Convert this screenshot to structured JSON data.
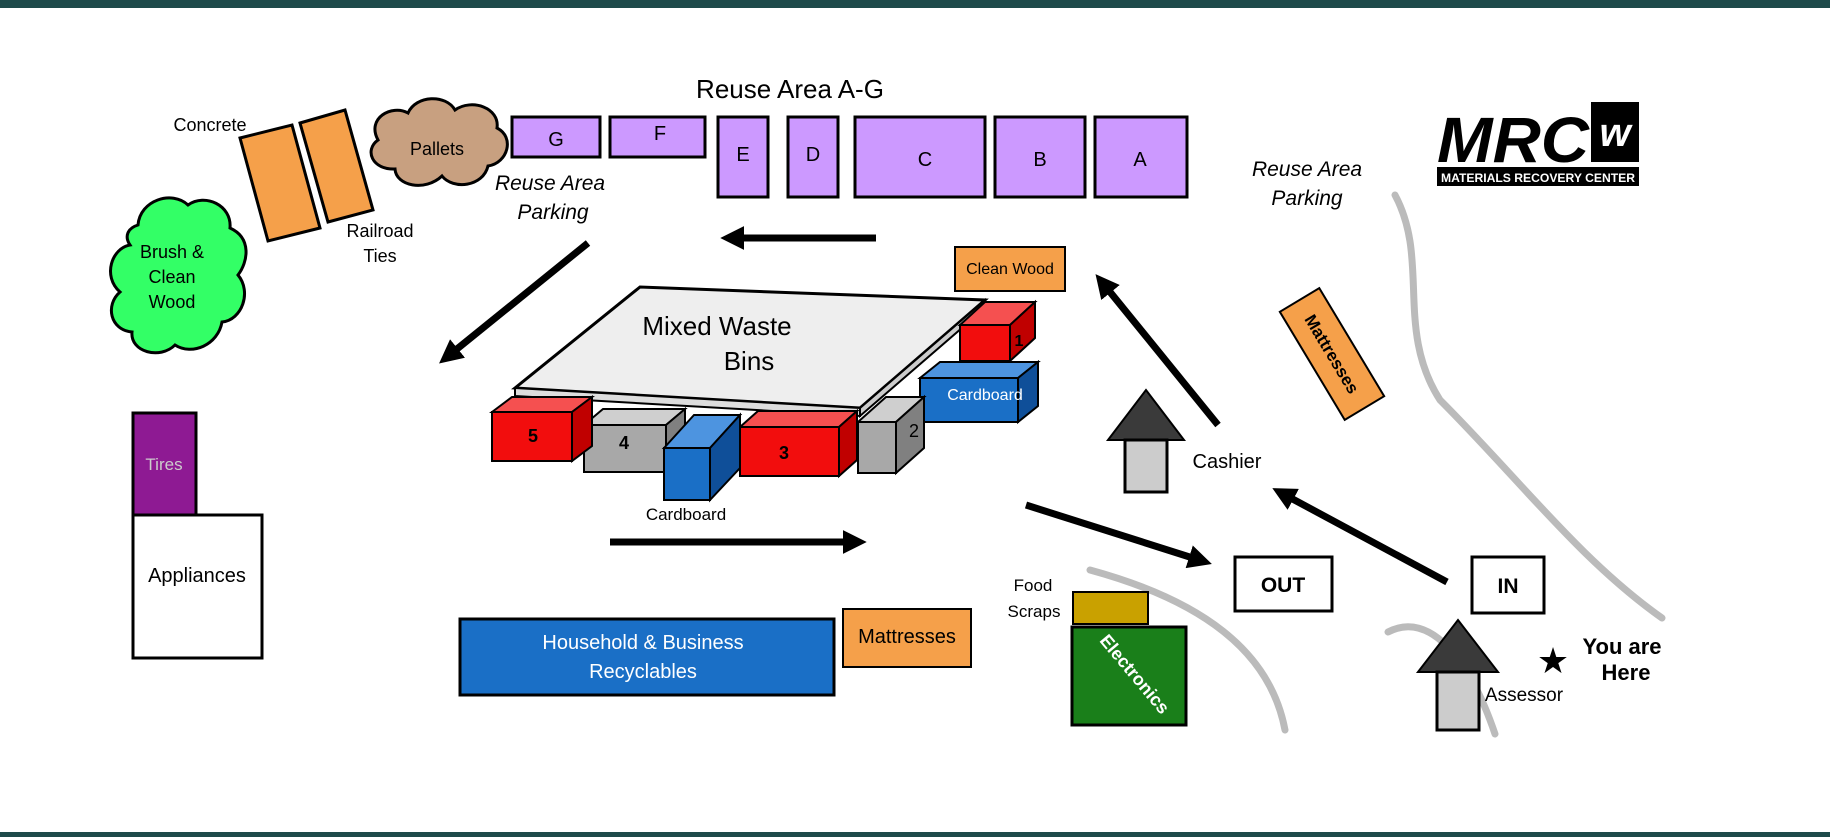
{
  "colors": {
    "frame": "#1e4a4a",
    "reuse": "#cc99ff",
    "orange": "#f5a04a",
    "pallets": "#c8a080",
    "brush": "#33ff66",
    "tires": "#8e1a93",
    "red": "#f20d0d",
    "gray": "#a8a8a8",
    "blue": "#1a6fc6",
    "mustard": "#c9a100",
    "electronics": "#1a7f1a",
    "road": "#bbbbbb"
  },
  "reuse_area": {
    "title": "Reuse Area A-G",
    "bays": [
      "G",
      "F",
      "E",
      "D",
      "C",
      "B",
      "A"
    ],
    "parking_left": [
      "Reuse Area",
      "Parking"
    ],
    "parking_right": [
      "Reuse Area",
      "Parking"
    ]
  },
  "concrete": "Concrete",
  "railroad_ties": [
    "Railroad",
    "Ties"
  ],
  "pallets": "Pallets",
  "brush": [
    "Brush &",
    "Clean",
    "Wood"
  ],
  "tires": "Tires",
  "appliances": "Appliances",
  "mixed_waste": [
    "Mixed Waste",
    "Bins"
  ],
  "bins": {
    "b1": "1",
    "b2": "2",
    "b3": "3",
    "b4": "4",
    "b5": "5"
  },
  "cardboard_right": "Cardboard",
  "cardboard_left": "Cardboard",
  "clean_wood": "Clean Wood",
  "mattresses_diag": "Mattresses",
  "mattresses": "Mattresses",
  "household": [
    "Household & Business",
    "Recyclables"
  ],
  "food_scraps": [
    "Food",
    "Scraps"
  ],
  "electronics": "Electronics",
  "out": "OUT",
  "in": "IN",
  "cashier": "Cashier",
  "assessor": "Assessor",
  "you_are_here": [
    "You are",
    "Here"
  ],
  "logo": {
    "mark": "MRC",
    "tagline": "MATERIALS RECOVERY CENTER"
  }
}
